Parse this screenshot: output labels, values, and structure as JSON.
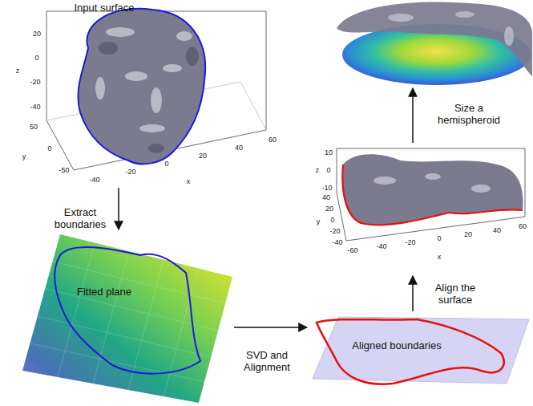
{
  "diagram": {
    "nodes": [
      {
        "text": [
          "Input surface"
        ]
      },
      {
        "text": [
          "Fitted plane"
        ]
      },
      {
        "text": [
          "Aligned boundaries"
        ]
      },
      {
        "text": []
      },
      {
        "text": []
      }
    ],
    "edges": [
      {
        "from": 0,
        "to": 1,
        "label": "Extract boundaries",
        "arrow": "to"
      },
      {
        "from": 1,
        "to": 2,
        "label": "SVD and Alignment",
        "arrow": "to"
      },
      {
        "from": 2,
        "to": 3,
        "label": "Align the surface",
        "arrow": "to"
      },
      {
        "from": 3,
        "to": 4,
        "label": "Size a hemispheroid",
        "arrow": "to"
      }
    ],
    "labels": [
      "20",
      "0",
      "-20",
      "-40",
      "z",
      "50",
      "0",
      "-50",
      "y",
      "-40",
      "-20",
      "0",
      "20",
      "40",
      "60",
      "x",
      "10",
      "0",
      "-10",
      "z",
      "40",
      "20",
      "0",
      "-20",
      "-40",
      "y",
      "-60",
      "-40",
      "-20",
      "0",
      "20",
      "40",
      "60",
      "x"
    ]
  }
}
